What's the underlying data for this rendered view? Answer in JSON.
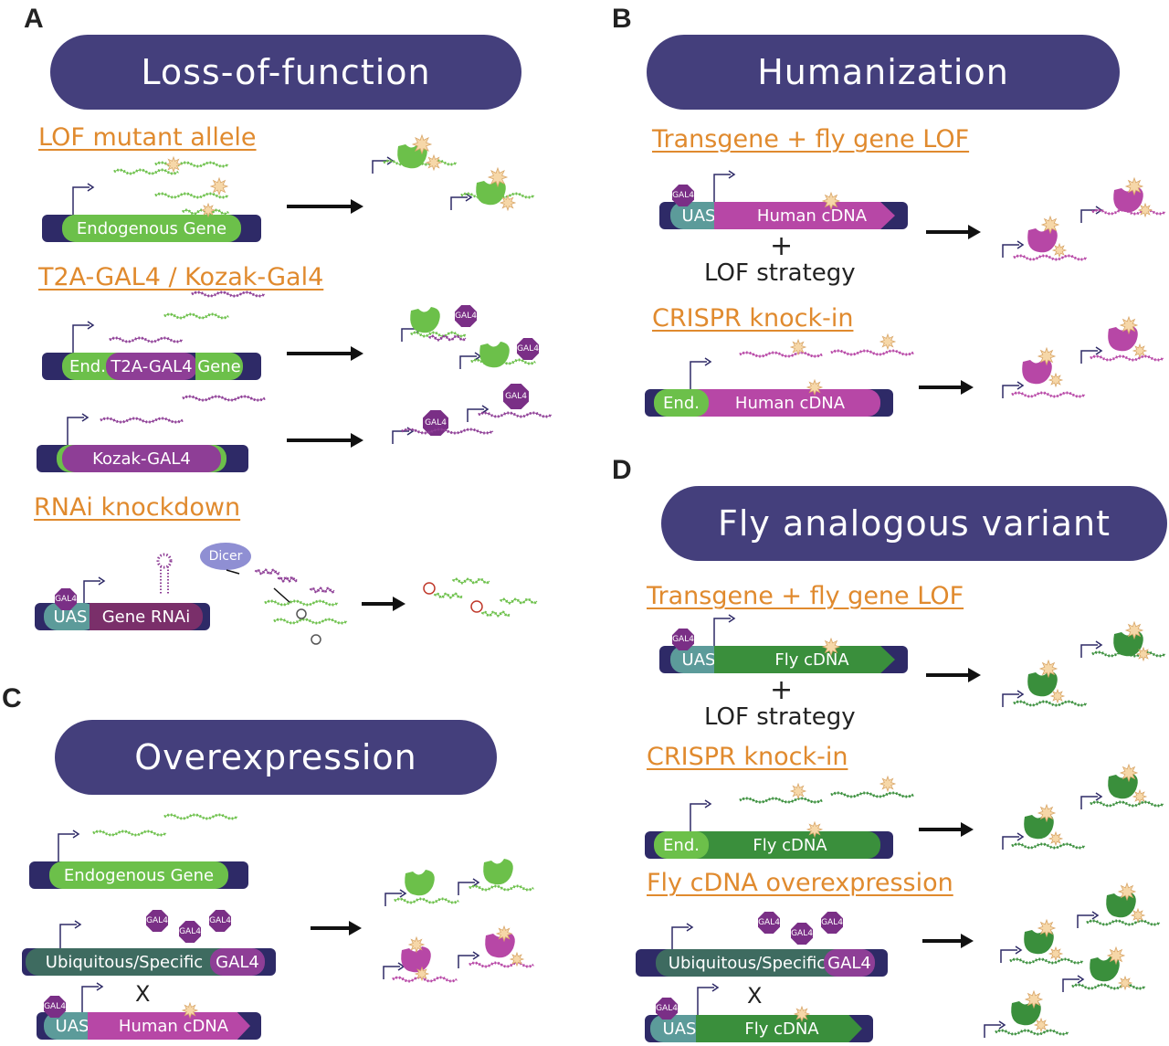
{
  "panels": {
    "a": {
      "letter": "A",
      "banner": "Loss-of-function",
      "sub1": "LOF mutant allele",
      "gene1": "Endogenous Gene",
      "sub2": "T2A-GAL4 / Kozak-Gal4",
      "t2a_end": "End.",
      "t2a_mid": "T2A-GAL4",
      "t2a_gene": "Gene",
      "kozak": "Kozak-GAL4",
      "sub3": "RNAi knockdown",
      "uas": "UAS",
      "rnai": "Gene RNAi",
      "dicer": "Dicer"
    },
    "b": {
      "letter": "B",
      "banner": "Humanization",
      "sub1": "Transgene + fly gene LOF",
      "uas": "UAS",
      "human_cdna": "Human cDNA",
      "plus": "+",
      "lof_strategy": "LOF strategy",
      "sub2": "CRISPR knock-in",
      "end": "End.",
      "human_cdna2": "Human cDNA"
    },
    "c": {
      "letter": "C",
      "banner": "Overexpression",
      "gene": "Endogenous Gene",
      "ubiq": "Ubiquitous/Specific",
      "gal4": "GAL4",
      "x": "X",
      "uas": "UAS",
      "human_cdna": "Human cDNA"
    },
    "d": {
      "letter": "D",
      "banner": "Fly analogous variant",
      "sub1": "Transgene + fly gene LOF",
      "uas": "UAS",
      "fly_cdna": "Fly cDNA",
      "plus": "+",
      "lof_strategy": "LOF strategy",
      "sub2": "CRISPR knock-in",
      "end": "End.",
      "fly_cdna2": "Fly cDNA",
      "sub3": "Fly cDNA overexpression",
      "ubiq": "Ubiquitous/Specific",
      "gal4": "GAL4",
      "x": "X",
      "uas2": "UAS",
      "fly_cdna3": "Fly cDNA"
    }
  },
  "gal4_badge": "GAL4",
  "colors": {
    "banner": "#443f7c",
    "subtitle": "#e08a2e",
    "dna_bar": "#2e2a67",
    "green": "#6cc04a",
    "dark_green": "#3a8f3c",
    "purple": "#8e3e96",
    "magenta": "#b747a6",
    "teal": "#5c9b9a"
  }
}
